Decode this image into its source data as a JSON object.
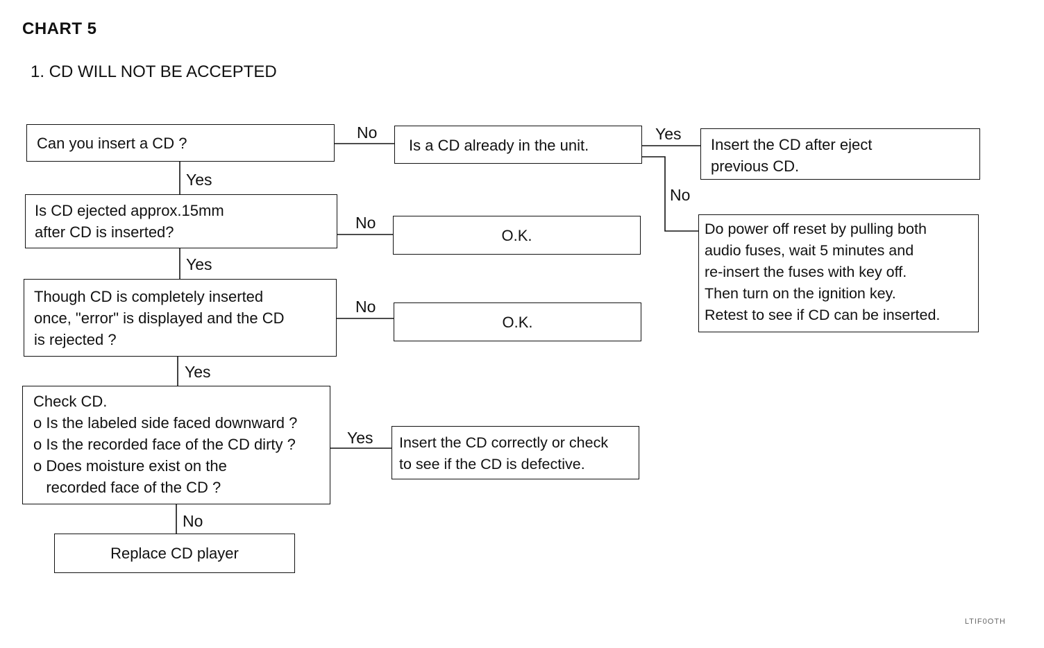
{
  "header": {
    "title": "CHART 5",
    "subtitle": "1.  CD WILL NOT BE ACCEPTED"
  },
  "flowchart": {
    "nodes": {
      "q_insert": "Can you insert a CD ?",
      "q_already": "Is a CD already in the unit.",
      "a_insert_after_eject": [
        "Insert the CD after eject",
        "previous CD."
      ],
      "a_power_reset": [
        "Do power off reset by pulling both",
        "audio fuses, wait 5 minutes and",
        "re-insert the fuses with key off.",
        "Then turn on the ignition key.",
        "Retest to see  if CD can be inserted."
      ],
      "q_ejected": [
        "Is CD ejected approx.15mm",
        "after CD is inserted?"
      ],
      "ok_1": "O.K.",
      "q_error": [
        "Though CD is completely inserted",
        "once, \"error\" is displayed and the CD",
        "is rejected ?"
      ],
      "ok_2": "O.K.",
      "check_cd": [
        "Check CD.",
        "o Is the labeled side faced downward ?",
        "o Is the recorded face of the CD dirty ?",
        "o Does moisture exist on the",
        "   recorded face of the CD ?"
      ],
      "a_insert_correctly": [
        "Insert the CD correctly or check",
        "to see if the CD is defective."
      ],
      "a_replace": "Replace CD player"
    },
    "edge_labels": {
      "insert_no": "No",
      "already_yes": "Yes",
      "already_no": "No",
      "insert_yes": "Yes",
      "ejected_no": "No",
      "ejected_yes": "Yes",
      "error_no": "No",
      "error_yes": "Yes",
      "check_yes": "Yes",
      "check_no": "No"
    }
  },
  "footer": {
    "code": "LTIF0OTH"
  }
}
